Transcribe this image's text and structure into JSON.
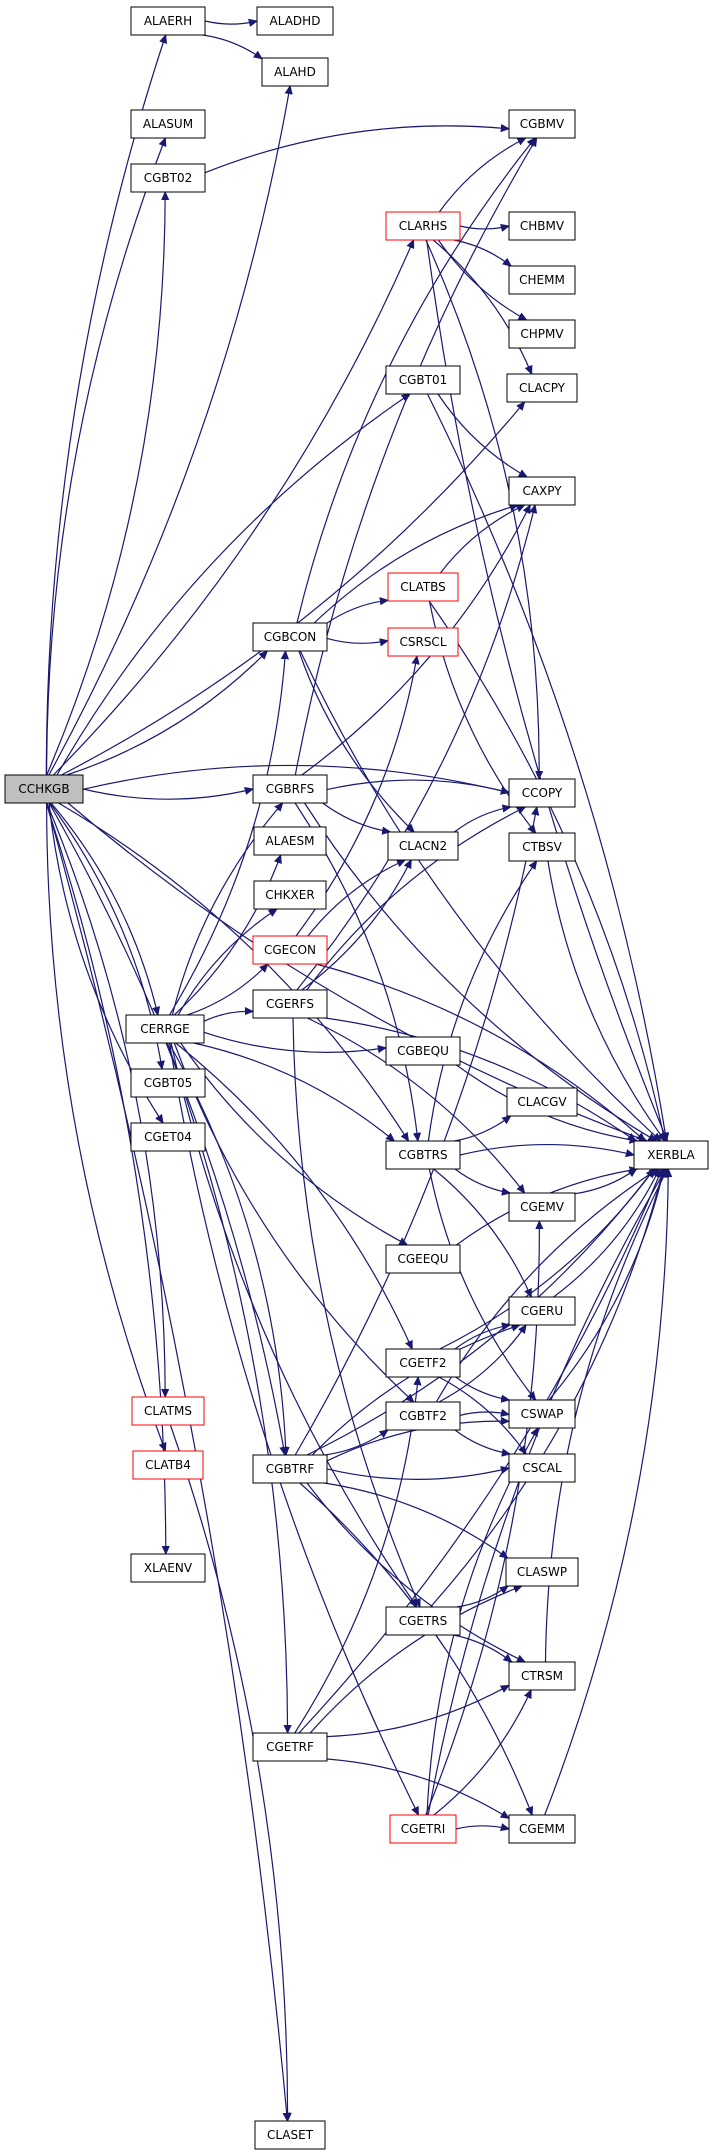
{
  "nodes": [
    {
      "id": "CCHKGB",
      "label": "CCHKGB",
      "style": "root"
    },
    {
      "id": "ALAERH",
      "label": "ALAERH",
      "style": "normal"
    },
    {
      "id": "ALADHD",
      "label": "ALADHD",
      "style": "normal"
    },
    {
      "id": "ALAHD",
      "label": "ALAHD",
      "style": "normal"
    },
    {
      "id": "ALASUM",
      "label": "ALASUM",
      "style": "normal"
    },
    {
      "id": "CGBT02",
      "label": "CGBT02",
      "style": "normal"
    },
    {
      "id": "CGBMV",
      "label": "CGBMV",
      "style": "normal"
    },
    {
      "id": "CLARHS",
      "label": "CLARHS",
      "style": "red"
    },
    {
      "id": "CHBMV",
      "label": "CHBMV",
      "style": "normal"
    },
    {
      "id": "CHEMM",
      "label": "CHEMM",
      "style": "normal"
    },
    {
      "id": "CHPMV",
      "label": "CHPMV",
      "style": "normal"
    },
    {
      "id": "CLACPY",
      "label": "CLACPY",
      "style": "normal"
    },
    {
      "id": "CGBT01",
      "label": "CGBT01",
      "style": "normal"
    },
    {
      "id": "CAXPY",
      "label": "CAXPY",
      "style": "normal"
    },
    {
      "id": "CLATBS",
      "label": "CLATBS",
      "style": "red"
    },
    {
      "id": "CGBCON",
      "label": "CGBCON",
      "style": "normal"
    },
    {
      "id": "CSRSCL",
      "label": "CSRSCL",
      "style": "red"
    },
    {
      "id": "CGBRFS",
      "label": "CGBRFS",
      "style": "normal"
    },
    {
      "id": "CCOPY",
      "label": "CCOPY",
      "style": "normal"
    },
    {
      "id": "CLACN2",
      "label": "CLACN2",
      "style": "normal"
    },
    {
      "id": "CTBSV",
      "label": "CTBSV",
      "style": "normal"
    },
    {
      "id": "ALAESM",
      "label": "ALAESM",
      "style": "normal"
    },
    {
      "id": "CHKXER",
      "label": "CHKXER",
      "style": "normal"
    },
    {
      "id": "CGECON",
      "label": "CGECON",
      "style": "red"
    },
    {
      "id": "CGERFS",
      "label": "CGERFS",
      "style": "normal"
    },
    {
      "id": "CERRGE",
      "label": "CERRGE",
      "style": "normal"
    },
    {
      "id": "CGBEQU",
      "label": "CGBEQU",
      "style": "normal"
    },
    {
      "id": "CGBT05",
      "label": "CGBT05",
      "style": "normal"
    },
    {
      "id": "CGET04",
      "label": "CGET04",
      "style": "normal"
    },
    {
      "id": "CLACGV",
      "label": "CLACGV",
      "style": "normal"
    },
    {
      "id": "CGBTRS",
      "label": "CGBTRS",
      "style": "normal"
    },
    {
      "id": "XERBLA",
      "label": "XERBLA",
      "style": "normal"
    },
    {
      "id": "CGEMV",
      "label": "CGEMV",
      "style": "normal"
    },
    {
      "id": "CGEEQU",
      "label": "CGEEQU",
      "style": "normal"
    },
    {
      "id": "CGERU",
      "label": "CGERU",
      "style": "normal"
    },
    {
      "id": "CGETF2",
      "label": "CGETF2",
      "style": "normal"
    },
    {
      "id": "CLATMS",
      "label": "CLATMS",
      "style": "red"
    },
    {
      "id": "CGBTF2",
      "label": "CGBTF2",
      "style": "normal"
    },
    {
      "id": "CSWAP",
      "label": "CSWAP",
      "style": "normal"
    },
    {
      "id": "CLATB4",
      "label": "CLATB4",
      "style": "red"
    },
    {
      "id": "CGBTRF",
      "label": "CGBTRF",
      "style": "normal"
    },
    {
      "id": "CSCAL",
      "label": "CSCAL",
      "style": "normal"
    },
    {
      "id": "XLAENV",
      "label": "XLAENV",
      "style": "normal"
    },
    {
      "id": "CLASWP",
      "label": "CLASWP",
      "style": "normal"
    },
    {
      "id": "CGETRS",
      "label": "CGETRS",
      "style": "normal"
    },
    {
      "id": "CTRSM",
      "label": "CTRSM",
      "style": "normal"
    },
    {
      "id": "CGETRF",
      "label": "CGETRF",
      "style": "normal"
    },
    {
      "id": "CGETRI",
      "label": "CGETRI",
      "style": "red"
    },
    {
      "id": "CGEMM",
      "label": "CGEMM",
      "style": "normal"
    },
    {
      "id": "CLASET",
      "label": "CLASET",
      "style": "normal"
    }
  ],
  "edges": [
    [
      "CCHKGB",
      "ALAERH"
    ],
    [
      "ALAERH",
      "ALADHD"
    ],
    [
      "ALAERH",
      "ALAHD"
    ],
    [
      "CCHKGB",
      "ALAHD"
    ],
    [
      "CCHKGB",
      "ALASUM"
    ],
    [
      "CCHKGB",
      "CGBT02"
    ],
    [
      "CGBT02",
      "CGBMV"
    ],
    [
      "CCHKGB",
      "CLARHS"
    ],
    [
      "CLARHS",
      "CGBMV"
    ],
    [
      "CLARHS",
      "CHBMV"
    ],
    [
      "CLARHS",
      "CHEMM"
    ],
    [
      "CLARHS",
      "CHPMV"
    ],
    [
      "CLARHS",
      "CLACPY"
    ],
    [
      "CLARHS",
      "XERBLA"
    ],
    [
      "CLARHS",
      "CCOPY"
    ],
    [
      "CCHKGB",
      "CLACPY"
    ],
    [
      "CCHKGB",
      "CGBT01"
    ],
    [
      "CGBT01",
      "CAXPY"
    ],
    [
      "CGBT01",
      "XERBLA"
    ],
    [
      "CCHKGB",
      "CGBCON"
    ],
    [
      "CGBCON",
      "CLATBS"
    ],
    [
      "CGBCON",
      "CSRSCL"
    ],
    [
      "CGBCON",
      "CAXPY"
    ],
    [
      "CGBCON",
      "CLACN2"
    ],
    [
      "CGBCON",
      "CGBMV"
    ],
    [
      "CGBCON",
      "XERBLA"
    ],
    [
      "CLATBS",
      "CAXPY"
    ],
    [
      "CLATBS",
      "CTBSV"
    ],
    [
      "CLATBS",
      "XERBLA"
    ],
    [
      "CCHKGB",
      "CGBRFS"
    ],
    [
      "CGBRFS",
      "CGBMV"
    ],
    [
      "CGBRFS",
      "CAXPY"
    ],
    [
      "CGBRFS",
      "CCOPY"
    ],
    [
      "CGBRFS",
      "CLACN2"
    ],
    [
      "CGBRFS",
      "CGBTRS"
    ],
    [
      "CGBRFS",
      "XERBLA"
    ],
    [
      "CCHKGB",
      "CCOPY"
    ],
    [
      "CCHKGB",
      "XERBLA"
    ],
    [
      "CLACN2",
      "CCOPY"
    ],
    [
      "CTBSV",
      "XERBLA"
    ],
    [
      "CCHKGB",
      "CERRGE"
    ],
    [
      "CERRGE",
      "ALAESM"
    ],
    [
      "CERRGE",
      "CHKXER"
    ],
    [
      "CERRGE",
      "CGECON"
    ],
    [
      "CERRGE",
      "CGERFS"
    ],
    [
      "CERRGE",
      "CGBCON"
    ],
    [
      "CERRGE",
      "CGBRFS"
    ],
    [
      "CERRGE",
      "CGBEQU"
    ],
    [
      "CERRGE",
      "CGBTRS"
    ],
    [
      "CERRGE",
      "CGEEQU"
    ],
    [
      "CERRGE",
      "CGETF2"
    ],
    [
      "CERRGE",
      "CGBTF2"
    ],
    [
      "CERRGE",
      "CGBTRF"
    ],
    [
      "CERRGE",
      "CGETRS"
    ],
    [
      "CERRGE",
      "CGETRF"
    ],
    [
      "CERRGE",
      "CGETRI"
    ],
    [
      "CGECON",
      "CLACN2"
    ],
    [
      "CGECON",
      "CSRSCL"
    ],
    [
      "CGECON",
      "XERBLA"
    ],
    [
      "CGERFS",
      "CLACN2"
    ],
    [
      "CGERFS",
      "CCOPY"
    ],
    [
      "CGERFS",
      "CAXPY"
    ],
    [
      "CGERFS",
      "CGEMV"
    ],
    [
      "CGERFS",
      "CGETRS"
    ],
    [
      "CGERFS",
      "XERBLA"
    ],
    [
      "CGBEQU",
      "XERBLA"
    ],
    [
      "CCHKGB",
      "CGBT05"
    ],
    [
      "CCHKGB",
      "CGET04"
    ],
    [
      "CCHKGB",
      "CGBTRS"
    ],
    [
      "CGBTRS",
      "CLACGV"
    ],
    [
      "CGBTRS",
      "XERBLA"
    ],
    [
      "CGBTRS",
      "CGEMV"
    ],
    [
      "CGBTRS",
      "CGERU"
    ],
    [
      "CGBTRS",
      "CSWAP"
    ],
    [
      "CGBTRS",
      "CTBSV"
    ],
    [
      "CGEMV",
      "XERBLA"
    ],
    [
      "CGEEQU",
      "XERBLA"
    ],
    [
      "CGERU",
      "XERBLA"
    ],
    [
      "CGETF2",
      "CGERU"
    ],
    [
      "CGETF2",
      "CSWAP"
    ],
    [
      "CGETF2",
      "CSCAL"
    ],
    [
      "CGETF2",
      "XERBLA"
    ],
    [
      "CCHKGB",
      "CLATMS"
    ],
    [
      "CCHKGB",
      "CLATB4"
    ],
    [
      "CLATMS",
      "CLASET"
    ],
    [
      "CGBTF2",
      "CGERU"
    ],
    [
      "CGBTF2",
      "CSWAP"
    ],
    [
      "CGBTF2",
      "CSCAL"
    ],
    [
      "CGBTF2",
      "XERBLA"
    ],
    [
      "CSWAP",
      "XERBLA"
    ],
    [
      "CCHKGB",
      "CGBTRF"
    ],
    [
      "CGBTRF",
      "CGBTF2"
    ],
    [
      "CGBTRF",
      "CSWAP"
    ],
    [
      "CGBTRF",
      "CSCAL"
    ],
    [
      "CGBTRF",
      "CLASWP"
    ],
    [
      "CGBTRF",
      "CTRSM"
    ],
    [
      "CGBTRF",
      "CGEMM"
    ],
    [
      "CGBTRF",
      "CCOPY"
    ],
    [
      "CGBTRF",
      "CGERU"
    ],
    [
      "CGBTRF",
      "XERBLA"
    ],
    [
      "CCHKGB",
      "XLAENV"
    ],
    [
      "CGETRS",
      "CLASWP"
    ],
    [
      "CGETRS",
      "CTRSM"
    ],
    [
      "CGETRS",
      "XERBLA"
    ],
    [
      "CTRSM",
      "XERBLA"
    ],
    [
      "CGETRF",
      "CGETF2"
    ],
    [
      "CGETRF",
      "CLASWP"
    ],
    [
      "CGETRF",
      "CTRSM"
    ],
    [
      "CGETRF",
      "CGEMM"
    ],
    [
      "CGETRF",
      "XERBLA"
    ],
    [
      "CGETRI",
      "CGEMM"
    ],
    [
      "CGETRI",
      "CTRSM"
    ],
    [
      "CGETRI",
      "CSWAP"
    ],
    [
      "CGETRI",
      "CGEMV"
    ],
    [
      "CGETRI",
      "XERBLA"
    ],
    [
      "CGEMM",
      "XERBLA"
    ],
    [
      "CCHKGB",
      "CLASET"
    ]
  ]
}
